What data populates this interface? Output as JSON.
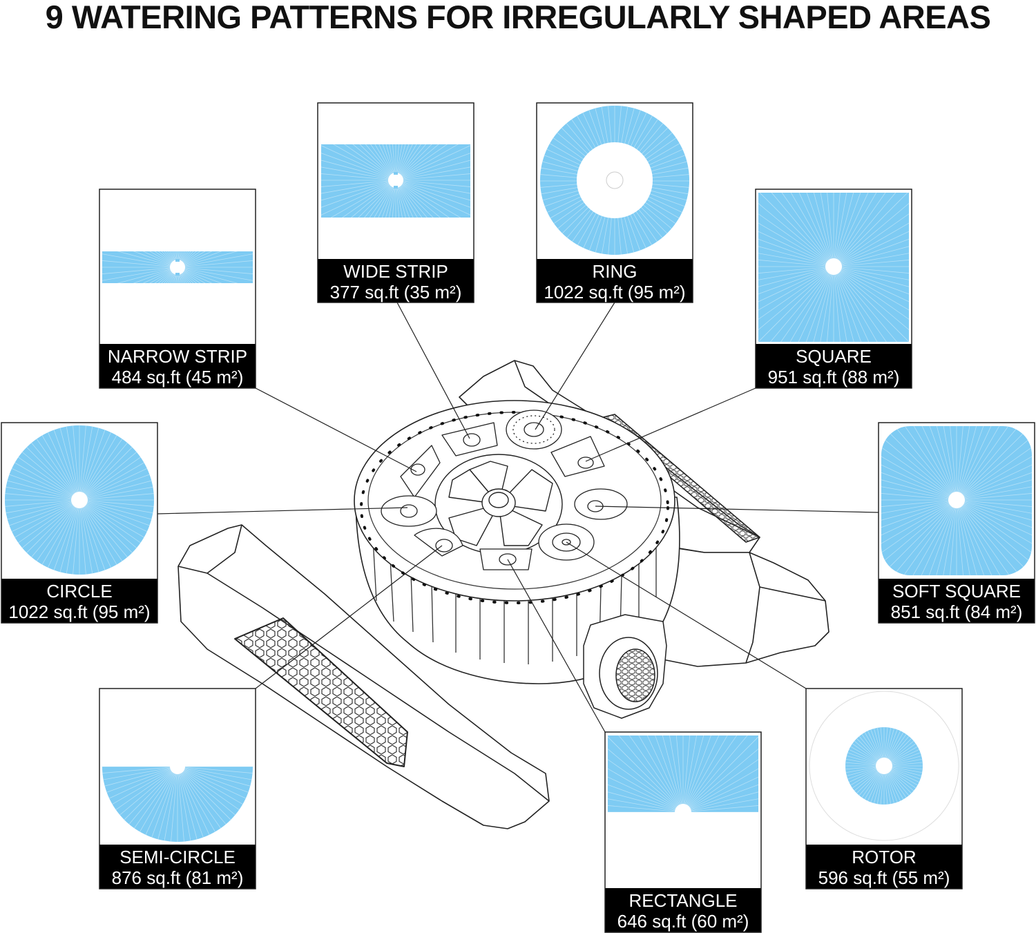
{
  "title": "9 WATERING PATTERNS FOR IRREGULARLY SHAPED AREAS",
  "colors": {
    "water": "#7ecbf3",
    "ray": "#b4e0f7",
    "label_bg": "#000000",
    "label_text": "#ffffff",
    "outline": "#222222"
  },
  "patterns": [
    {
      "id": "narrow-strip",
      "name": "NARROW STRIP",
      "area": "484 sq.ft (45 m²)"
    },
    {
      "id": "wide-strip",
      "name": "WIDE STRIP",
      "area": "377 sq.ft (35 m²)"
    },
    {
      "id": "ring",
      "name": "RING",
      "area": "1022 sq.ft (95 m²)"
    },
    {
      "id": "square",
      "name": "SQUARE",
      "area": "951 sq.ft (88 m²)"
    },
    {
      "id": "circle",
      "name": "CIRCLE",
      "area": "1022 sq.ft (95 m²)"
    },
    {
      "id": "soft-square",
      "name": "SOFT SQUARE",
      "area": "851 sq.ft (84 m²)"
    },
    {
      "id": "semi-circle",
      "name": "SEMI-CIRCLE",
      "area": "876 sq.ft (81 m²)"
    },
    {
      "id": "rectangle",
      "name": "RECTANGLE",
      "area": "646 sq.ft (60 m²)"
    },
    {
      "id": "rotor",
      "name": "ROTOR",
      "area": "596 sq.ft (55 m²)"
    }
  ]
}
